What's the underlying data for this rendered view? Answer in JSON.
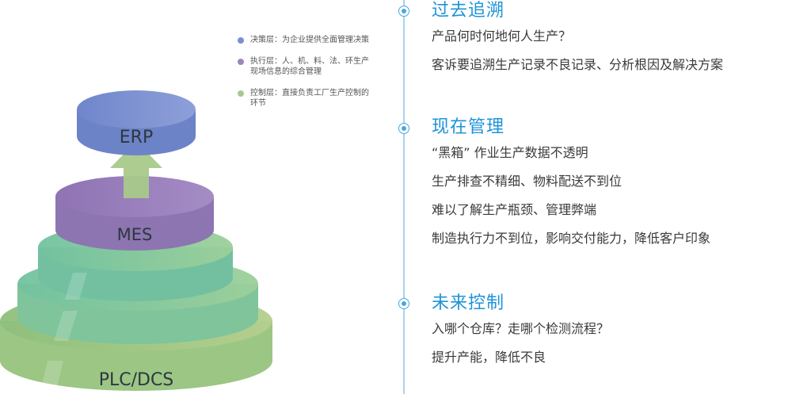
{
  "pyramid": {
    "top_label": "ERP",
    "middle_label": "MES",
    "base_label": "PLC/DCS"
  },
  "legend": [
    {
      "text": "决策层：为企业提供全面管理决策",
      "color": "#7b8fd0"
    },
    {
      "text": "执行层：人、机、料、法、环生产现场信息的综合管理",
      "color": "#9b86bf"
    },
    {
      "text": "控制层：直接负责工厂生产控制的环节",
      "color": "#a9c98c"
    }
  ],
  "sections": [
    {
      "title": "过去追溯",
      "lines": [
        "产品何时何地何人生产？",
        "客诉要追溯生产记录不良记录、分析根因及解决方案"
      ]
    },
    {
      "title": "现在管理",
      "lines": [
        "“黑箱” 作业生产数据不透明",
        "生产排查不精细、物料配送不到位",
        "难以了解生产瓶颈、管理弊端",
        "制造执行力不到位，影响交付能力，降低客户印象"
      ]
    },
    {
      "title": "未来控制",
      "lines": [
        "入哪个仓库？走哪个检测流程？",
        "提升产能，降低不良"
      ]
    }
  ]
}
